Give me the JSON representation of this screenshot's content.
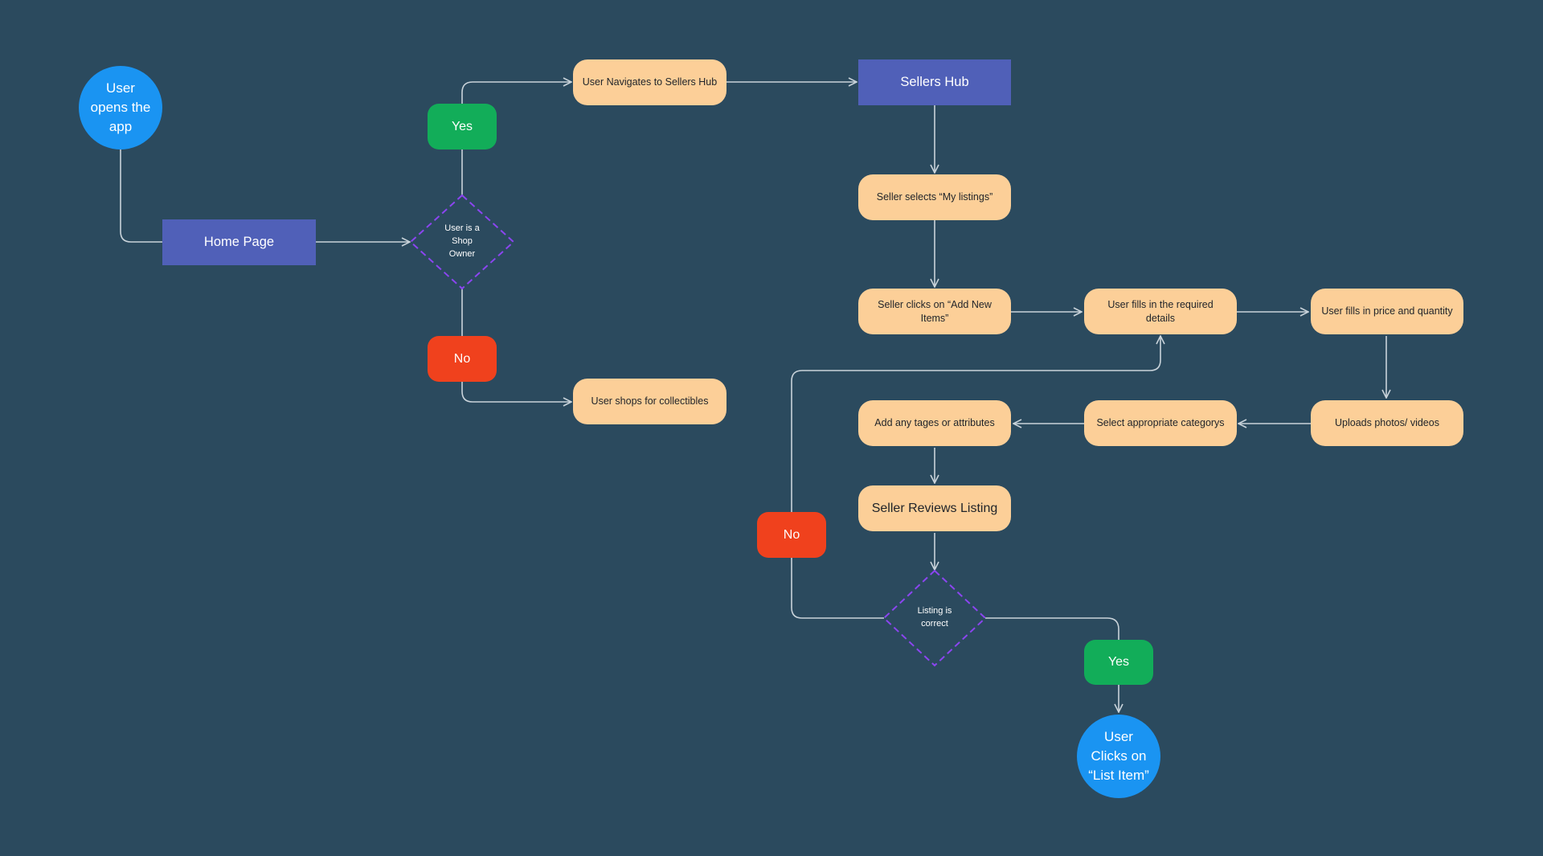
{
  "nodes": {
    "user_opens_app": {
      "lines": [
        "User",
        "opens the",
        "app"
      ]
    },
    "home_page": {
      "label": "Home Page"
    },
    "decision_shop_owner": {
      "lines": [
        "User is a",
        "Shop",
        "Owner"
      ]
    },
    "yes_1": {
      "label": "Yes"
    },
    "no_1": {
      "label": "No"
    },
    "navigates_sellers_hub": {
      "label": "User Navigates to Sellers Hub"
    },
    "shops_collectibles": {
      "label": "User shops for collectibles"
    },
    "sellers_hub": {
      "label": "Sellers Hub"
    },
    "selects_my_listings": {
      "label": "Seller selects “My listings”"
    },
    "clicks_add_new_items": {
      "lines": [
        "Seller clicks on “Add New",
        "Items”"
      ]
    },
    "fills_required_details": {
      "label": "User fills in the required details"
    },
    "fills_price_quantity": {
      "label": "User fills in price and quantity"
    },
    "uploads_photos": {
      "label": "Uploads photos/ videos"
    },
    "select_category": {
      "label": "Select appropriate categorys"
    },
    "add_tags": {
      "label": "Add any tages or attributes"
    },
    "reviews_listing": {
      "label": "Seller Reviews Listing"
    },
    "decision_listing_correct": {
      "lines": [
        "Listing is",
        "correct"
      ]
    },
    "no_2": {
      "label": "No"
    },
    "yes_2": {
      "label": "Yes"
    },
    "clicks_list_item": {
      "lines": [
        "User",
        "Clicks on",
        "“List Item”"
      ]
    }
  },
  "colors": {
    "background": "#2b4a5e",
    "start_end_circle": "#1a94f2",
    "page_rect": "#5060b8",
    "step_pill": "#fccf98",
    "yes": "#12ad59",
    "no": "#f0411d",
    "decision_border": "#8b45f0",
    "connector": "#c9d3da"
  }
}
